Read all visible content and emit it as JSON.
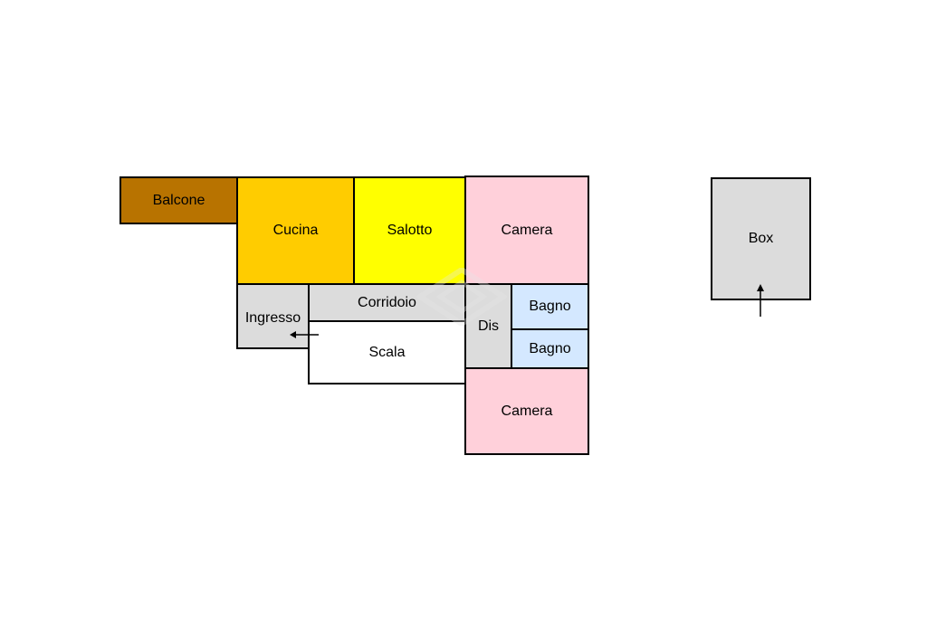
{
  "rooms": {
    "balcone": {
      "label": "Balcone",
      "color": "#B87300"
    },
    "cucina": {
      "label": "Cucina",
      "color": "#FFCC00"
    },
    "salotto": {
      "label": "Salotto",
      "color": "#FFFF00"
    },
    "camera1": {
      "label": "Camera",
      "color": "#FFD0DA"
    },
    "ingresso": {
      "label": "Ingresso",
      "color": "#DCDCDC"
    },
    "corridoio": {
      "label": "Corridoio",
      "color": "#DCDCDC"
    },
    "scala": {
      "label": "Scala",
      "color": "#FFFFFF"
    },
    "dis": {
      "label": "Dis",
      "color": "#DCDCDC"
    },
    "bagno1": {
      "label": "Bagno",
      "color": "#D4E8FF"
    },
    "bagno2": {
      "label": "Bagno",
      "color": "#D4E8FF"
    },
    "camera2": {
      "label": "Camera",
      "color": "#FFD0DA"
    },
    "box": {
      "label": "Box",
      "color": "#DCDCDC"
    }
  },
  "entrances": [
    {
      "name": "ingresso-entrance-arrow",
      "direction": "left"
    },
    {
      "name": "box-entrance-arrow",
      "direction": "up"
    }
  ]
}
